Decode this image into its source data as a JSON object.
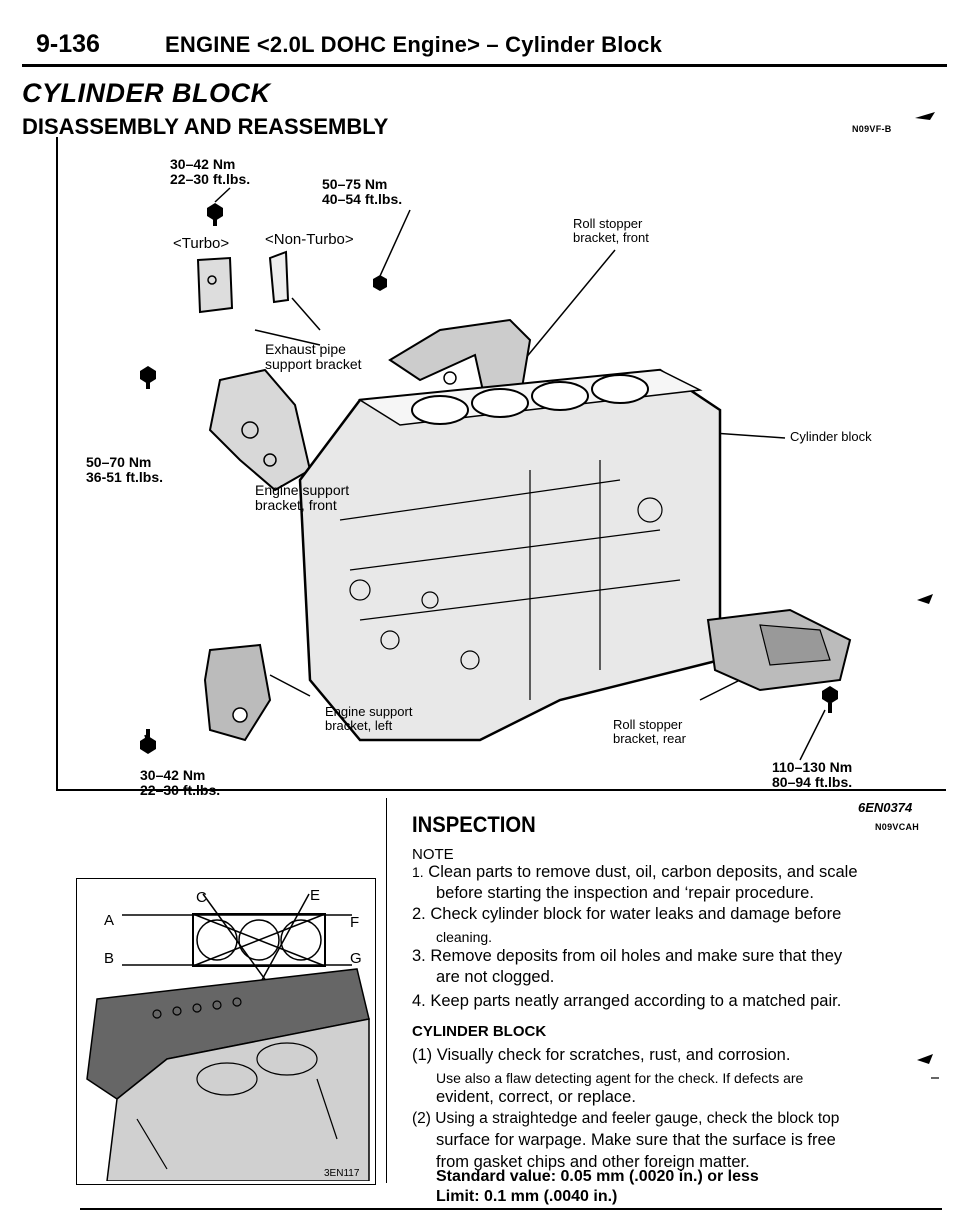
{
  "header": {
    "page_number": "9-136",
    "title": "ENGINE <2.0L DOHC Engine> – Cylinder Block"
  },
  "section_title": "CYLINDER BLOCK",
  "subsection_title": "DISASSEMBLY AND REASSEMBLY",
  "subsection_code": "N09VF-B",
  "figure1": {
    "torque_top_left": [
      "30–42 Nm",
      "22–30 ft.lbs."
    ],
    "torque_top_mid": [
      "50–75 Nm",
      "40–54 ft.lbs."
    ],
    "turbo_label": "<Turbo>",
    "non_turbo_label": "<Non-Turbo>",
    "roll_stopper_front": [
      "Roll stopper",
      "bracket, front"
    ],
    "exhaust_pipe_bracket": [
      "Exhaust pipe",
      "support bracket"
    ],
    "torque_mid_left": [
      "50–70 Nm",
      "36-51 ft.lbs."
    ],
    "engine_support_front": [
      "Engine support",
      "bracket, front"
    ],
    "cylinder_block": "Cylinder block",
    "engine_support_left": [
      "Engine support",
      "bracket, left"
    ],
    "roll_stopper_rear": [
      "Roll stopper",
      "bracket, rear"
    ],
    "torque_bottom_left": [
      "30–42 Nm",
      "22–30 ft.lbs."
    ],
    "torque_bottom_right": [
      "110–130 Nm",
      "80–94 ft.lbs."
    ],
    "figure_id": "6EN0374"
  },
  "figure2": {
    "labels": [
      "A",
      "B",
      "C",
      "E",
      "F",
      "G"
    ],
    "figure_id": "3EN117"
  },
  "inspection": {
    "title": "INSPECTION",
    "code": "N09VCAH",
    "note_label": "NOTE",
    "notes": [
      [
        "1.",
        "Clean parts to remove dust, oil, carbon deposits, and scale",
        "before starting the inspection and ‘repair procedure."
      ],
      [
        "2.",
        "Check cylinder block for water leaks and damage before",
        "cleaning."
      ],
      [
        "3.",
        "Remove deposits from oil holes and make sure that they",
        "are not clogged."
      ],
      [
        "4.",
        "Keep parts neatly arranged according to a matched pair."
      ]
    ],
    "subheading": "CYLINDER BLOCK",
    "step1": [
      "(1) Visually check for scratches, rust, and corrosion.",
      "Use also a flaw detecting agent for the check. If defects are",
      "evident, correct, or replace."
    ],
    "step2": [
      "(2) Using a straightedge and feeler gauge, check the block top",
      "surface for warpage. Make sure that the surface is free",
      "from gasket chips and other foreign matter."
    ],
    "standard_value": "Standard value: 0.05 mm (.0020 in.) or less",
    "limit": "Limit: 0.1 mm (.0040 in.)"
  }
}
